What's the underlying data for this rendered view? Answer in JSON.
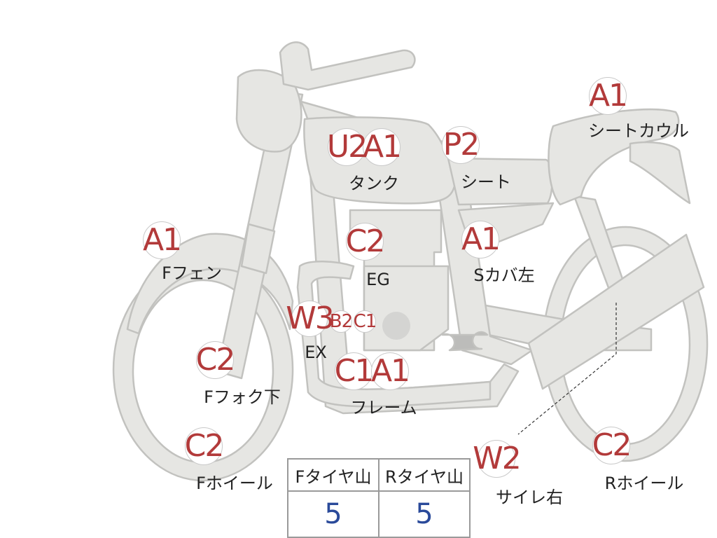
{
  "parts": [
    {
      "id": "tank",
      "grades": [
        "U2",
        "A1"
      ],
      "label": "タンク"
    },
    {
      "id": "seat",
      "grades": [
        "P2"
      ],
      "label": "シート"
    },
    {
      "id": "seat-cowl",
      "grades": [
        "A1"
      ],
      "label": "シートカウル"
    },
    {
      "id": "f-fender",
      "grades": [
        "A1"
      ],
      "label": "Fフェン"
    },
    {
      "id": "engine",
      "grades": [
        "C2"
      ],
      "label": "EG"
    },
    {
      "id": "s-cover-left",
      "grades": [
        "A1"
      ],
      "label": "Sカバ左"
    },
    {
      "id": "exhaust",
      "grades": [
        "W3",
        "B2",
        "C1"
      ],
      "label": "EX"
    },
    {
      "id": "f-fork-lower",
      "grades": [
        "C2"
      ],
      "label": "Fフォク下"
    },
    {
      "id": "frame",
      "grades": [
        "C1",
        "A1"
      ],
      "label": "フレーム"
    },
    {
      "id": "f-wheel",
      "grades": [
        "C2"
      ],
      "label": "Fホイール"
    },
    {
      "id": "silencer-right",
      "grades": [
        "W2"
      ],
      "label": "サイレ右"
    },
    {
      "id": "r-wheel",
      "grades": [
        "C2"
      ],
      "label": "Rホイール"
    }
  ],
  "tire_tread": {
    "headers": [
      "Fタイヤ山",
      "Rタイヤ山"
    ],
    "values": [
      "5",
      "5"
    ]
  },
  "colors": {
    "grade": "#b23a3a",
    "tread_value": "#2a4a9a",
    "body_fill": "#e6e6e3",
    "body_stroke": "#c2c2bf"
  }
}
